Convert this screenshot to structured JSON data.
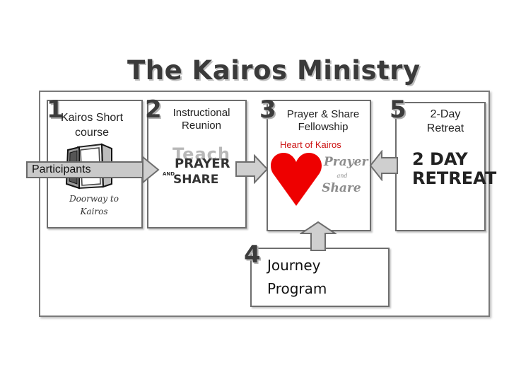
{
  "title": "The Kairos Ministry",
  "steps": [
    {
      "number": "1",
      "label": "Kairos Short course",
      "art_text": "Doorway to Kairos"
    },
    {
      "number": "2",
      "label": "Instructional Reunion",
      "art_teach": "Teach",
      "art_prayer": "PRAYER",
      "art_and": "AND",
      "art_share": "SHARE"
    },
    {
      "number": "3",
      "label": "Prayer & Share Fellowship",
      "art_prayer": "Prayer",
      "art_and": "and",
      "art_share": "Share"
    },
    {
      "number": "4",
      "label": "Journey Program"
    },
    {
      "number": "5",
      "label": "2-Day Retreat",
      "art_text": "2 DAY RETREAT"
    }
  ],
  "participants_label": "Participants",
  "heart_label": "Heart of Kairos",
  "colors": {
    "heart": "#ee0000",
    "heart_label": "#cc1111",
    "arrow_fill": "#cfcfcf",
    "border": "#6e6e6e"
  }
}
